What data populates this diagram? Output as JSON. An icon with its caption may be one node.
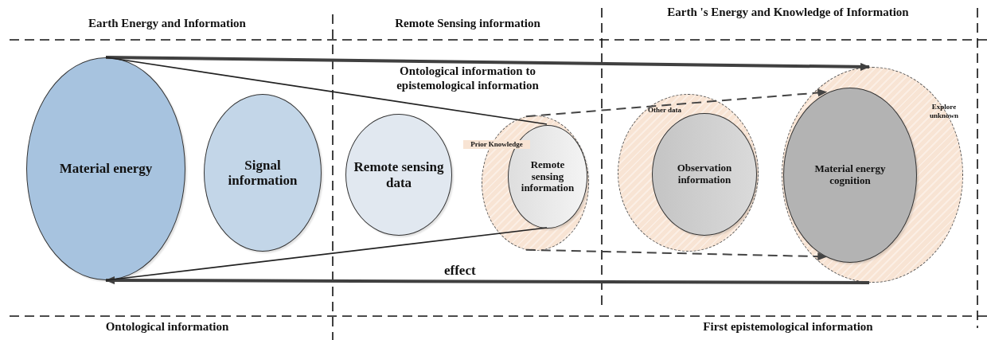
{
  "diagram": {
    "nodes": [
      {
        "text": [
          "Material energy"
        ]
      },
      {
        "text": [
          "Signal information"
        ]
      },
      {
        "text": [
          "Remote sensing data"
        ]
      },
      {
        "text": [
          "Prior Knowledge"
        ]
      },
      {
        "text": [
          "Remote sensing information"
        ],
        "in": 3
      },
      {
        "text": [
          "Other data"
        ]
      },
      {
        "text": [
          "Observation information"
        ],
        "in": 5
      },
      {
        "text": [
          "Explore unknown"
        ]
      },
      {
        "text": [
          "Material energy cognition"
        ],
        "in": 7
      }
    ],
    "edges": [
      {
        "from": 0,
        "to": 7,
        "arrow": "to",
        "style": "thick"
      },
      {
        "from": 7,
        "to": 0,
        "arrow": "to",
        "style": "thick",
        "label": "effect"
      },
      {
        "from": 0,
        "to": 4,
        "arrow": "none"
      },
      {
        "from": 0,
        "to": 4,
        "arrow": "none"
      },
      {
        "from": 3,
        "to": 8,
        "arrow": "to",
        "style": "dashed"
      },
      {
        "from": 3,
        "to": 8,
        "arrow": "to",
        "style": "dashed"
      }
    ],
    "labels": [
      "Earth Energy and Information",
      "Remote Sensing information",
      "Earth 's Energy and Knowledge of Information",
      "Ontological information to epistemological information",
      "Ontological information",
      "First epistemological information"
    ]
  }
}
